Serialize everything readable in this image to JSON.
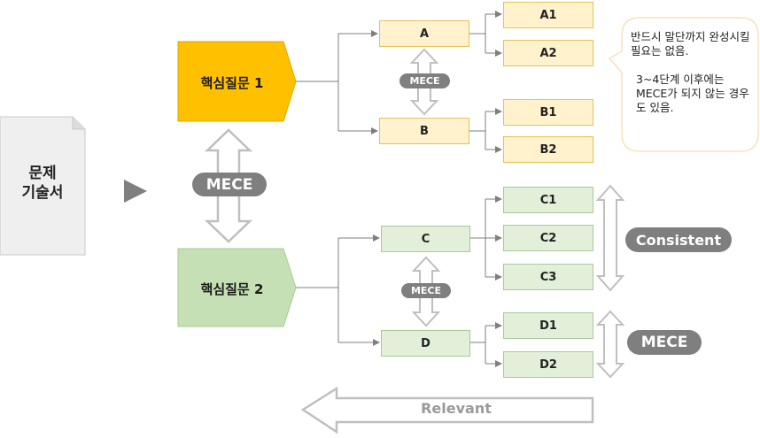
{
  "document": {
    "label": "문제\n기술서"
  },
  "questions": [
    {
      "label": "핵심질문 1",
      "color": "#ffc000",
      "border": "#e0a800"
    },
    {
      "label": "핵심질문 2",
      "color": "#c5e0b4",
      "border": "#a9c99a"
    }
  ],
  "mid_nodes": [
    "A",
    "B",
    "C",
    "D"
  ],
  "leaf_nodes": [
    "A1",
    "A2",
    "B1",
    "B2",
    "C1",
    "C2",
    "C3",
    "D1",
    "D2"
  ],
  "badges": {
    "main_mece": "MECE",
    "ab_mece": "MECE",
    "cd_mece": "MECE",
    "consistent": "Consistent",
    "leaf_mece": "MECE"
  },
  "note": {
    "line1": "반드시 말단까지 완성시킬 필요는 없음.",
    "line2": "3~4단계 이후에는 MECE가 되지 않는 경우도 있음."
  },
  "relevant_label": "Relevant",
  "colors": {
    "yellow": "#fff2cc",
    "green": "#e2efd9",
    "badge": "#7f7f7f",
    "arrow": "#bfbfbf"
  }
}
